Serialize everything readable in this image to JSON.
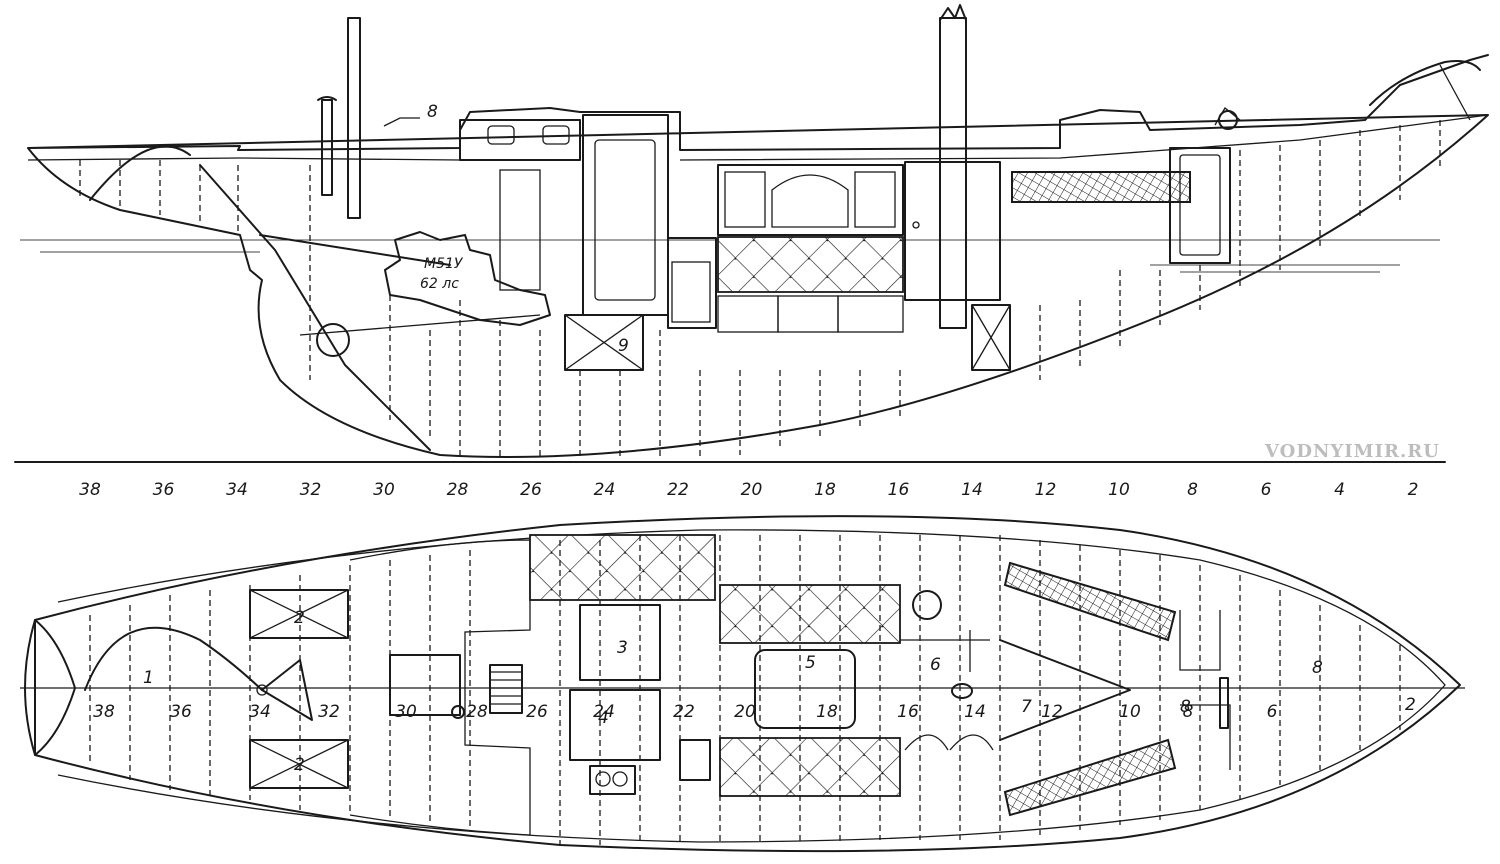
{
  "watermark": "VODNYIMIR.RU",
  "engine_label": [
    "М51У",
    "62 лс"
  ],
  "frame_scale": [
    "38",
    "36",
    "34",
    "32",
    "30",
    "28",
    "26",
    "24",
    "22",
    "20",
    "18",
    "16",
    "14",
    "12",
    "10",
    "8",
    "6",
    "4",
    "2"
  ],
  "profile_labels": {
    "item_8": "8",
    "item_9": "9"
  },
  "plan_labels": {
    "item_1": "1",
    "item_2_top": "2",
    "item_2_bottom": "2",
    "item_3": "3",
    "item_4": "4",
    "item_5": "5",
    "item_6": "6",
    "item_7": "7",
    "item_8_right": "8",
    "item_8_far": "8",
    "item_2_bow": "2"
  },
  "plan_frames": [
    "38",
    "36",
    "34",
    "32",
    "30",
    "28",
    "26",
    "24",
    "22",
    "20",
    "18",
    "16",
    "14",
    "12",
    "10",
    "8",
    "6"
  ]
}
